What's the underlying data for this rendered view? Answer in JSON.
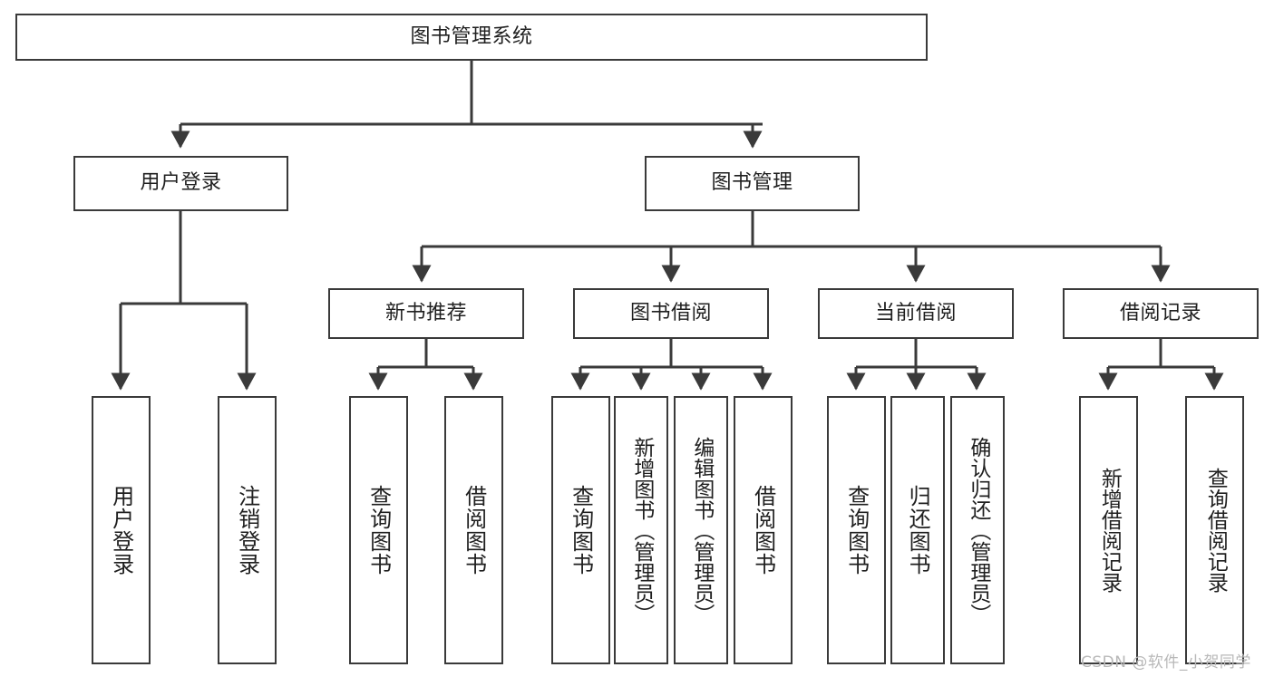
{
  "diagram": {
    "title": "图书管理系统",
    "type": "hierarchy-tree",
    "colors": {
      "border": "#3a3a3a",
      "background": "#ffffff",
      "text": "#1f1f1f",
      "watermark": "#b8b8b8"
    },
    "root": {
      "label": "图书管理系统"
    },
    "level2": [
      {
        "label": "用户登录"
      },
      {
        "label": "图书管理"
      }
    ],
    "level3": [
      {
        "label": "新书推荐"
      },
      {
        "label": "图书借阅"
      },
      {
        "label": "当前借阅"
      },
      {
        "label": "借阅记录"
      }
    ],
    "leaves": {
      "user_login": [
        {
          "label": "用户登录"
        },
        {
          "label": "注销登录"
        }
      ],
      "new_book_recommend": [
        {
          "label": "查询图书"
        },
        {
          "label": "借阅图书"
        }
      ],
      "book_borrow": [
        {
          "label": "查询图书"
        },
        {
          "label": "新增图书（管理员）"
        },
        {
          "label": "编辑图书（管理员）"
        },
        {
          "label": "借阅图书"
        }
      ],
      "current_borrow": [
        {
          "label": "查询图书"
        },
        {
          "label": "归还图书"
        },
        {
          "label": "确认归还（管理员）"
        }
      ],
      "borrow_record": [
        {
          "label": "新增借阅记录"
        },
        {
          "label": "查询借阅记录"
        }
      ]
    },
    "watermark": "CSDN @软件_小贺同学"
  }
}
